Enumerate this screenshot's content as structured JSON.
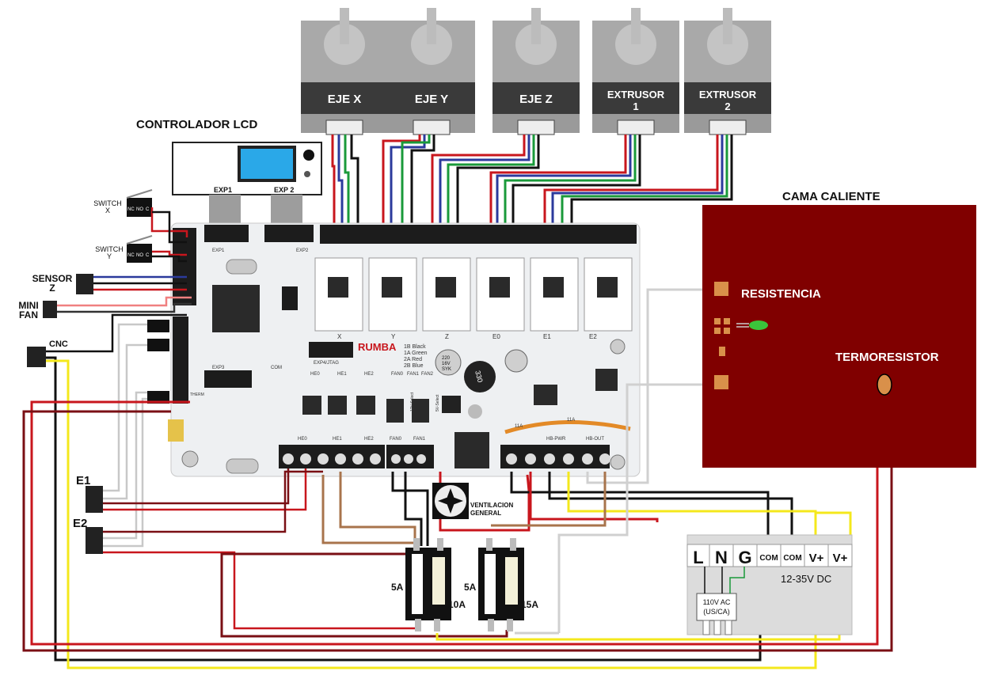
{
  "title": "CONTROLADOR LCD",
  "lcd": {
    "exp1": "EXP1",
    "exp2": "EXP 2"
  },
  "motors": [
    {
      "line1": "EJE X",
      "line2": ""
    },
    {
      "line1": "EJE Y",
      "line2": ""
    },
    {
      "line1": "EJE Z",
      "line2": ""
    },
    {
      "line1": "EXTRUSOR",
      "line2": "1"
    },
    {
      "line1": "EXTRUSOR",
      "line2": "2"
    }
  ],
  "bed": {
    "title": "CAMA CALIENTE",
    "heater": "RESISTENCIA",
    "thermistor": "TERMORESISTOR"
  },
  "left": {
    "switch_x": {
      "line1": "SWITCH",
      "line2": "X"
    },
    "switch_y": {
      "line1": "SWITCH",
      "line2": "Y"
    },
    "sensor_z": {
      "line1": "SENSOR",
      "line2": "Z"
    },
    "mini_fan": {
      "line1": "MINI",
      "line2": "FAN"
    },
    "cnc": "CNC",
    "e1": "E1",
    "e2": "E2"
  },
  "switch_pins": [
    "NC",
    "NO",
    "C"
  ],
  "board": {
    "name": "RUMBA",
    "legend": [
      "1B Black",
      "1A Green",
      "2A Red",
      "2B Blue"
    ],
    "axis_labels": [
      "X",
      "Y",
      "Z",
      "E0",
      "E1",
      "E2"
    ],
    "exp_labels": [
      "EXP1",
      "EXP2"
    ],
    "heater_labels": [
      "HE0",
      "HE1",
      "HE2",
      "FAN0",
      "FAN1"
    ],
    "top_labels": [
      "HE0",
      "HE1",
      "HE2",
      "FAN0",
      "FAN1",
      "FAN2"
    ],
    "power_labels": [
      "11A",
      "11A",
      "HB-PWR",
      "HB-OUT"
    ],
    "misc": [
      "EXP3",
      "EXP4/JTAG",
      "COM",
      "THERM",
      "12V-Select",
      "5V-Select"
    ],
    "inductor": "330",
    "cap": [
      "220",
      "16V",
      "SYK"
    ]
  },
  "fan_general": {
    "line1": "VENTILACION",
    "line2": "GENERAL"
  },
  "fuses": [
    {
      "left": "5A",
      "right": "10A"
    },
    {
      "left": "5A",
      "right": "15A"
    }
  ],
  "psu": {
    "terminals": [
      "L",
      "N",
      "G",
      "COM",
      "COM",
      "V+",
      "V+"
    ],
    "voltage": "12-35V DC",
    "input_line1": "110V AC",
    "input_line2": "(US/CA)"
  },
  "colors": {
    "bed": "#800000",
    "board": "#eef0f2",
    "wire_red": "#c8161d",
    "wire_yellow": "#f4e81c",
    "wire_green": "#1a9a3a",
    "wire_blue": "#2b3a9c",
    "wire_black": "#111111",
    "wire_gray": "#c8c8c8",
    "wire_brown": "#a8744c",
    "wire_darkred": "#7a0f14"
  }
}
